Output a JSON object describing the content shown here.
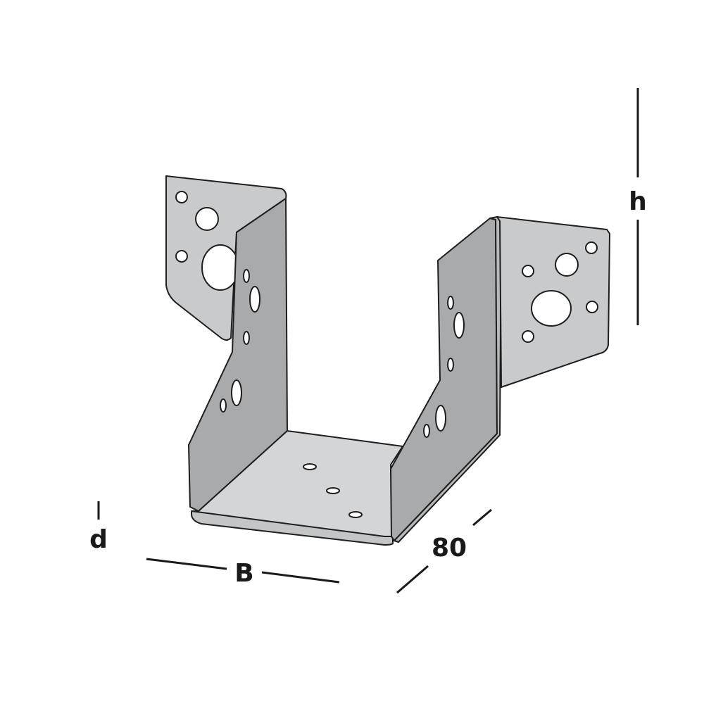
{
  "dimensions": {
    "height_label": "h",
    "width_label": "B",
    "depth_value": "80",
    "thickness_label": "d"
  },
  "colors": {
    "flange": "#c9cacb",
    "inner_wall": "#a9aaab",
    "outer_wall": "#b8b9ba",
    "seat": "#d4d5d6",
    "edge": "#1e1e1e",
    "hole": "#ffffff"
  }
}
